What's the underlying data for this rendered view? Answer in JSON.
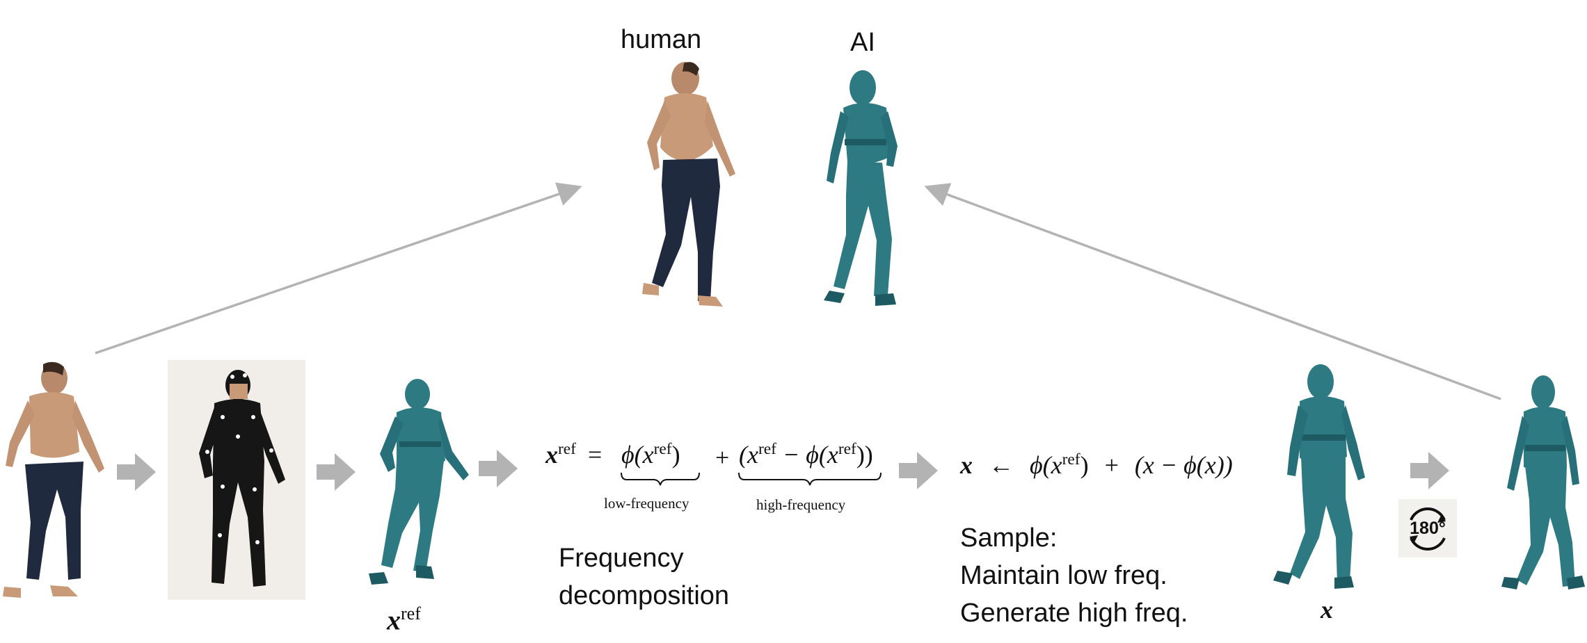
{
  "top": {
    "human_label": "human",
    "ai_label": "AI"
  },
  "formula1": {
    "lhs": "x",
    "lhs_sup": "ref",
    "eq": "=",
    "phi_term": "ϕ(x",
    "phi_sup": "ref",
    "phi_close": ")",
    "plus": "+",
    "high_open": "(x",
    "high_sup1": "ref",
    "high_mid": " − ϕ(x",
    "high_sup2": "ref",
    "high_close": "))",
    "low_label": "low-frequency",
    "high_label": "high-frequency"
  },
  "formula2": {
    "x": "x",
    "arrow": "←",
    "phi": "ϕ(x",
    "phi_sup": "ref",
    "phi_close": ")",
    "plus": "+",
    "rest": "(x − ϕ(x))"
  },
  "captions": {
    "freq_line1": "Frequency",
    "freq_line2": "decomposition",
    "sample_line1": "Sample:",
    "sample_line2": "Maintain low freq.",
    "sample_line3": "Generate high freq."
  },
  "labels": {
    "xref_main": "x",
    "xref_sup": "ref",
    "x_main": "x"
  },
  "rotate_badge": "180°",
  "colors": {
    "robot": "#2e7a82",
    "robot_dark": "#1d5a61",
    "arrow": "#b3b3b3",
    "skin": "#c89a78",
    "pants": "#1f2a3e",
    "suit": "#161616",
    "suit_bg": "#f1ede8"
  }
}
